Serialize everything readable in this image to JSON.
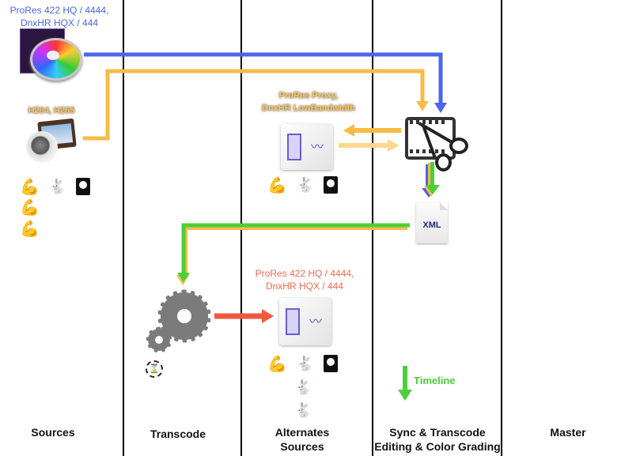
{
  "lanes": [
    {
      "id": "sources",
      "label_lines": [
        "Sources"
      ]
    },
    {
      "id": "transcode",
      "label_lines": [
        "Transcode"
      ]
    },
    {
      "id": "alternates",
      "label_lines": [
        "Alternates",
        "Sources"
      ]
    },
    {
      "id": "sync",
      "label_lines": [
        "Sync & Transcode",
        "Editing & Color Grading"
      ]
    },
    {
      "id": "master",
      "label_lines": [
        "Master"
      ]
    }
  ],
  "formats": {
    "source_high": [
      "ProRes 422 HQ / 4444,",
      "DnxHR HQX / 444"
    ],
    "source_low": [
      "H264, H265"
    ],
    "proxy": [
      "ProRes Proxy,",
      "DnxHR LowBandwidth"
    ],
    "alternate_high": [
      "ProRes 422 HQ / 4444,",
      "DnxHR HQX / 444"
    ]
  },
  "timeline_label": "Timeline",
  "xml_label": "XML",
  "colors": {
    "blue": "#4a66ee",
    "orange": "#f8bc45",
    "light_orange": "#fbd88f",
    "green": "#4ccf3a",
    "red": "#f05a3c",
    "gray_gear": "#7b7b7b",
    "lane_line": "#000000"
  },
  "icons": {
    "source_high_app": "color-grading-app-icon",
    "source_low_media": "media-player-icon",
    "proxy_container": "media-container-cube-icon",
    "editor": "film-scissors-editor-icon",
    "xml_doc": "xml-document-icon",
    "transcoder": "gears-icon",
    "transcode_timer": "hourglass-cycle-icon",
    "alternate_container": "media-container-cube-icon"
  },
  "ratings": {
    "sources": [
      [
        "strength",
        "speed",
        "storage"
      ],
      [
        "strength"
      ],
      [
        "strength"
      ]
    ],
    "proxy": [
      [
        "strength",
        "speed",
        "storage"
      ]
    ],
    "alternates": [
      [
        "strength",
        "speed",
        "storage"
      ],
      [
        "speed"
      ],
      [
        "speed"
      ]
    ]
  }
}
